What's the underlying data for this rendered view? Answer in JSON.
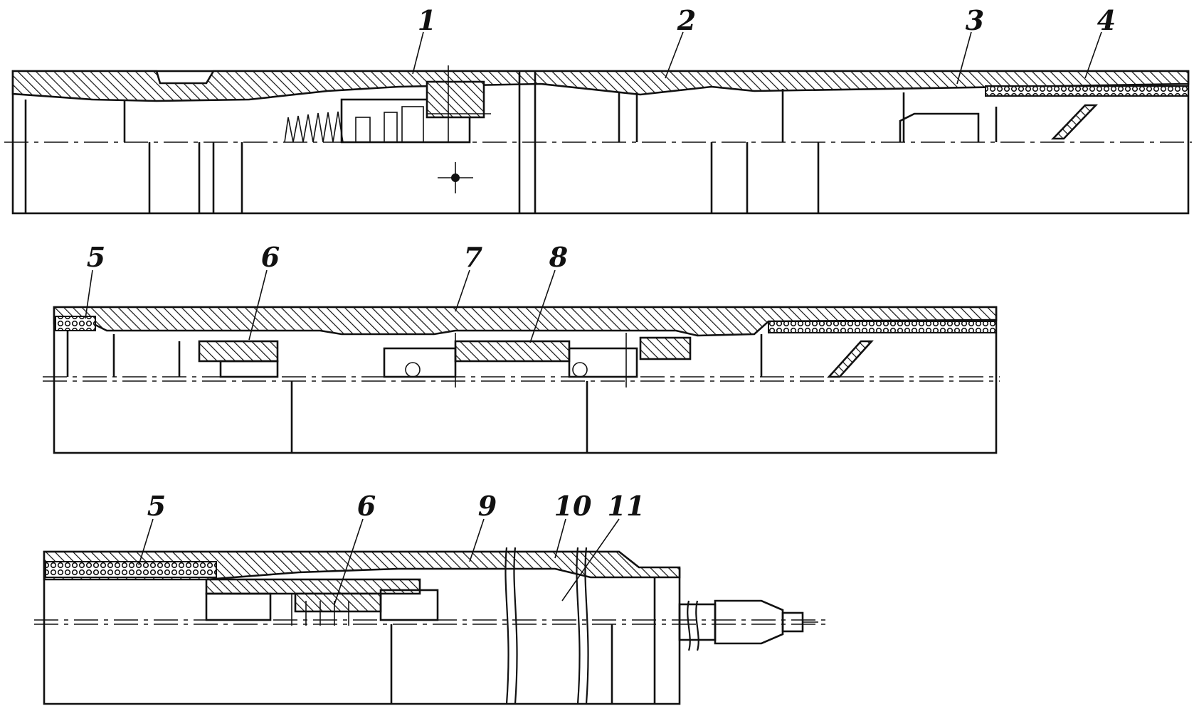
{
  "diagram": {
    "callouts": [
      {
        "id": "c1",
        "text": "1"
      },
      {
        "id": "c2",
        "text": "2"
      },
      {
        "id": "c3",
        "text": "3"
      },
      {
        "id": "c4",
        "text": "4"
      },
      {
        "id": "c5a",
        "text": "5"
      },
      {
        "id": "c6a",
        "text": "6"
      },
      {
        "id": "c7",
        "text": "7"
      },
      {
        "id": "c8",
        "text": "8"
      },
      {
        "id": "c5b",
        "text": "5"
      },
      {
        "id": "c6b",
        "text": "6"
      },
      {
        "id": "c9",
        "text": "9"
      },
      {
        "id": "c10",
        "text": "10"
      },
      {
        "id": "c11",
        "text": "11"
      }
    ]
  }
}
